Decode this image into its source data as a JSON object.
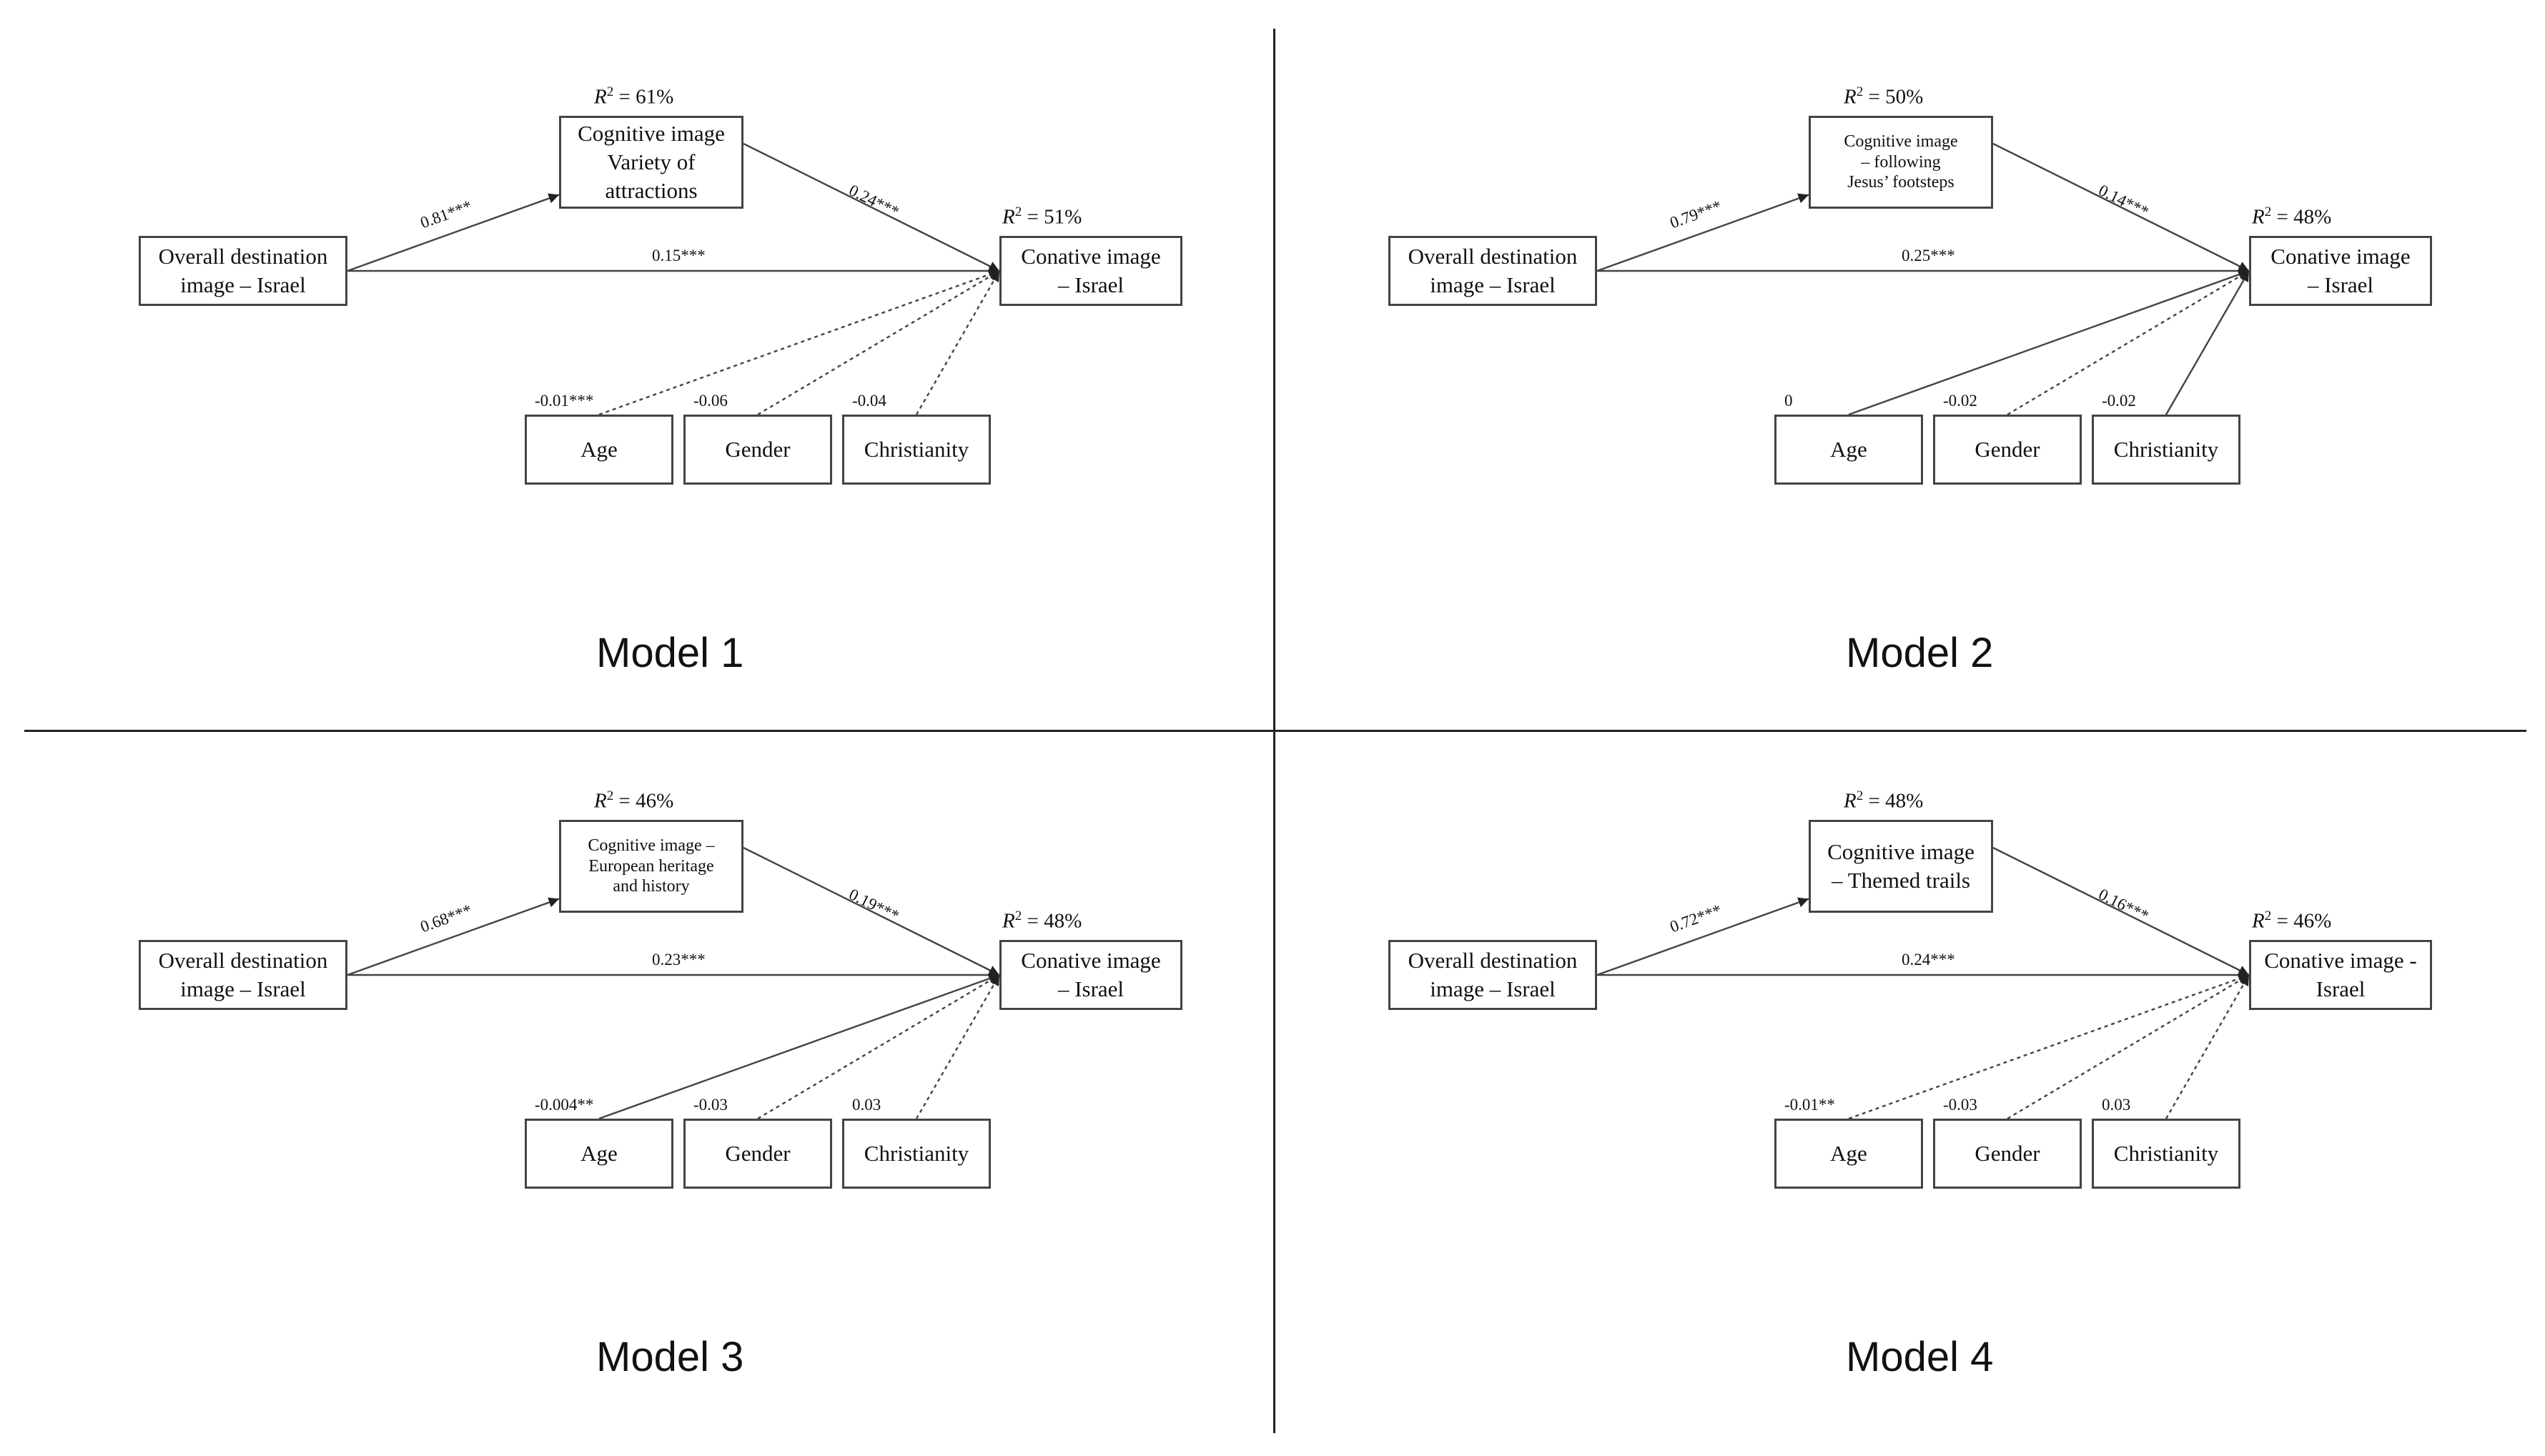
{
  "models": [
    {
      "title": "Model 1",
      "r2_mediator": "61%",
      "r2_outcome": "51%",
      "predictor": "Overall destination\nimage – Israel",
      "mediator": "Cognitive image\nVariety of\nattractions",
      "mediator_small": false,
      "outcome": "Conative image\n– Israel",
      "path_a": "0.81***",
      "path_b": "0.24***",
      "path_c": "0.15***",
      "controls": [
        {
          "label": "Age",
          "coef": "-0.01***",
          "line": "dashed"
        },
        {
          "label": "Gender",
          "coef": "-0.06",
          "line": "dashed"
        },
        {
          "label": "Christianity",
          "coef": "-0.04",
          "line": "dashed"
        }
      ]
    },
    {
      "title": "Model 2",
      "r2_mediator": "50%",
      "r2_outcome": "48%",
      "predictor": "Overall destination\nimage – Israel",
      "mediator": "Cognitive image\n– following\nJesus’ footsteps",
      "mediator_small": true,
      "outcome": "Conative image\n– Israel",
      "path_a": "0.79***",
      "path_b": "0.14***",
      "path_c": "0.25***",
      "controls": [
        {
          "label": "Age",
          "coef": "0",
          "line": "solid"
        },
        {
          "label": "Gender",
          "coef": "-0.02",
          "line": "dashed"
        },
        {
          "label": "Christianity",
          "coef": "-0.02",
          "line": "solid"
        }
      ]
    },
    {
      "title": "Model 3",
      "r2_mediator": "46%",
      "r2_outcome": "48%",
      "predictor": "Overall destination\nimage – Israel",
      "mediator": "Cognitive image –\nEuropean heritage\nand history",
      "mediator_small": true,
      "outcome": "Conative image\n– Israel",
      "path_a": "0.68***",
      "path_b": "0.19***",
      "path_c": "0.23***",
      "controls": [
        {
          "label": "Age",
          "coef": "-0.004**",
          "line": "solid"
        },
        {
          "label": "Gender",
          "coef": "-0.03",
          "line": "dashed"
        },
        {
          "label": "Christianity",
          "coef": "0.03",
          "line": "dashed"
        }
      ]
    },
    {
      "title": "Model 4",
      "r2_mediator": "48%",
      "r2_outcome": "46%",
      "predictor": "Overall destination\nimage – Israel",
      "mediator": "Cognitive image\n– Themed trails",
      "mediator_small": false,
      "outcome": "Conative image -\nIsrael",
      "path_a": "0.72***",
      "path_b": "0.16***",
      "path_c": "0.24***",
      "controls": [
        {
          "label": "Age",
          "coef": "-0.01**",
          "line": "dashed"
        },
        {
          "label": "Gender",
          "coef": "-0.03",
          "line": "dashed"
        },
        {
          "label": "Christianity",
          "coef": "0.03",
          "line": "dashed"
        }
      ]
    }
  ]
}
